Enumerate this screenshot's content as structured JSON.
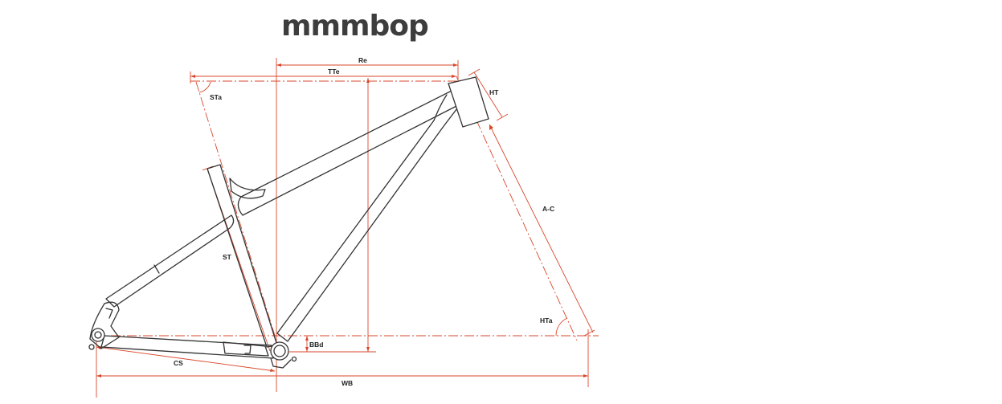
{
  "brand": {
    "wordmark": "mmmbop"
  },
  "dimensions": {
    "reach": "Re",
    "top_tube_effective": "TTe",
    "seat_tube_angle": "STa",
    "head_tube": "HT",
    "axle_to_crown": "A-C",
    "seat_tube": "ST",
    "head_tube_angle": "HTa",
    "bb_drop": "BBd",
    "chainstay": "CS",
    "wheelbase": "WB"
  },
  "colors": {
    "dimension_lines": "#d9472b",
    "frame_outline": "#333333",
    "background": "#ffffff"
  }
}
